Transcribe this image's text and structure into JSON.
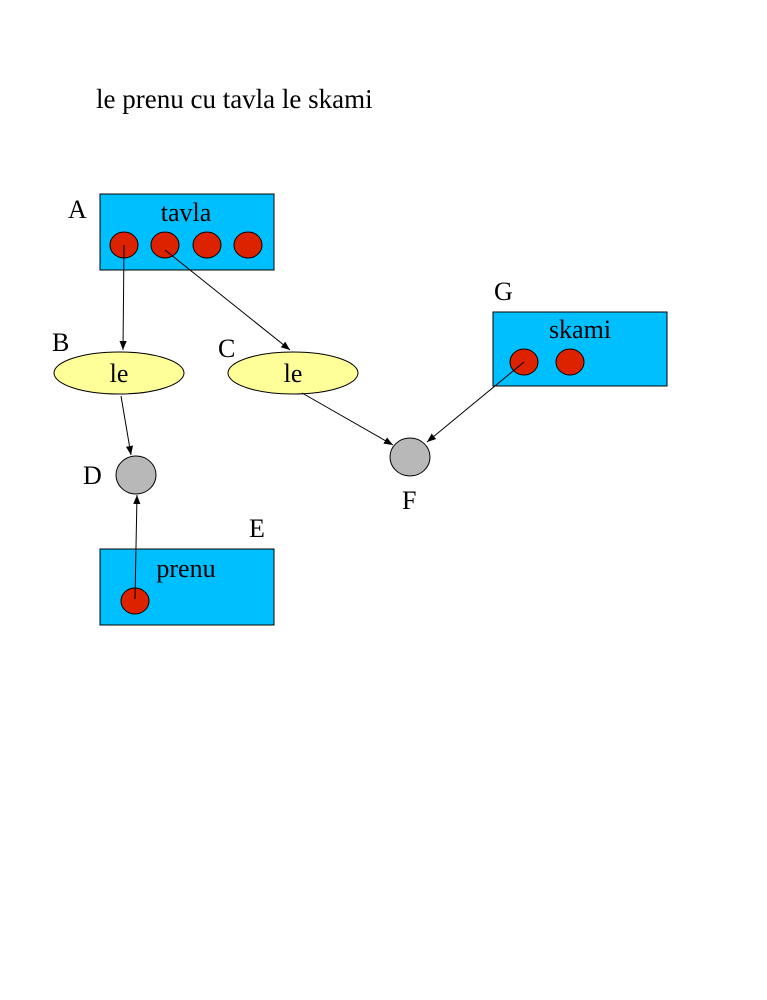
{
  "title": "le prenu cu tavla le skami",
  "colors": {
    "box": "#00BFFF",
    "slot": "#DD2200",
    "ellipse": "#FFFF99",
    "node": "#B8B8B8",
    "stroke": "#000000"
  },
  "boxes": [
    {
      "id": "A",
      "letter": "A",
      "label": "tavla",
      "slots": 4
    },
    {
      "id": "G",
      "letter": "G",
      "label": "skami",
      "slots": 2
    },
    {
      "id": "E",
      "letter": "E",
      "label": "prenu",
      "slots": 1
    }
  ],
  "ellipses": [
    {
      "id": "B",
      "letter": "B",
      "label": "le"
    },
    {
      "id": "C",
      "letter": "C",
      "label": "le"
    }
  ],
  "nodes": [
    {
      "id": "D",
      "letter": "D"
    },
    {
      "id": "F",
      "letter": "F"
    }
  ],
  "edges": [
    {
      "from": "A.slot1",
      "to": "B"
    },
    {
      "from": "A.slot2",
      "to": "C"
    },
    {
      "from": "B",
      "to": "D"
    },
    {
      "from": "E.slot1",
      "to": "D"
    },
    {
      "from": "C",
      "to": "F"
    },
    {
      "from": "G.slot1",
      "to": "F"
    }
  ]
}
